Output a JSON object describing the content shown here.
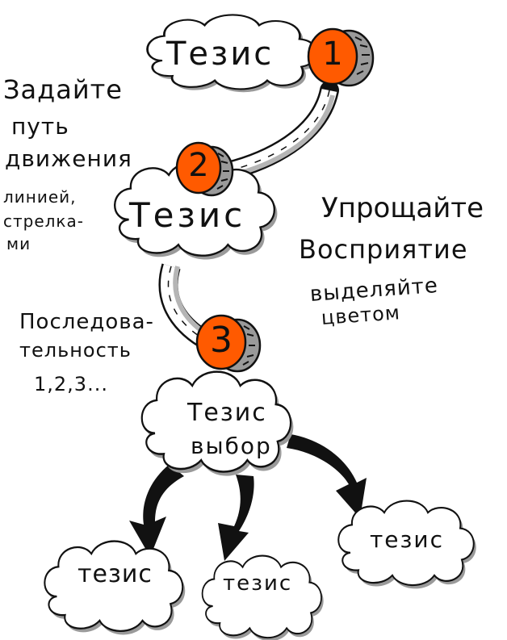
{
  "colors": {
    "badge_fill": "#ff5a00",
    "outline": "#111111",
    "shadow": "#9a9a9a",
    "path_shadow": "#b5b5b5",
    "background": "#ffffff"
  },
  "clouds": [
    {
      "id": "cloud-1",
      "label": "Тезис"
    },
    {
      "id": "cloud-2",
      "label": "Тезис"
    },
    {
      "id": "cloud-3",
      "label": "Тезис",
      "sublabel": "выбор"
    },
    {
      "id": "cloud-4",
      "label": "тезис"
    },
    {
      "id": "cloud-5",
      "label": "тезис"
    },
    {
      "id": "cloud-6",
      "label": "тезис"
    }
  ],
  "badges": [
    {
      "number": "1"
    },
    {
      "number": "2"
    },
    {
      "number": "3"
    }
  ],
  "annotations": {
    "path": {
      "line1": "Задайте",
      "line2": "путь",
      "line3": "движения",
      "line4": "линией,",
      "line5": "стрелка-",
      "line6": "ми"
    },
    "simplify": {
      "line1": "Упрощайте",
      "line2": "Восприятие",
      "line3": "выделяйте",
      "line4": "цветом"
    },
    "sequence": {
      "line1": "Последова-",
      "line2": "тельность",
      "line3": "1,2,3..."
    }
  }
}
